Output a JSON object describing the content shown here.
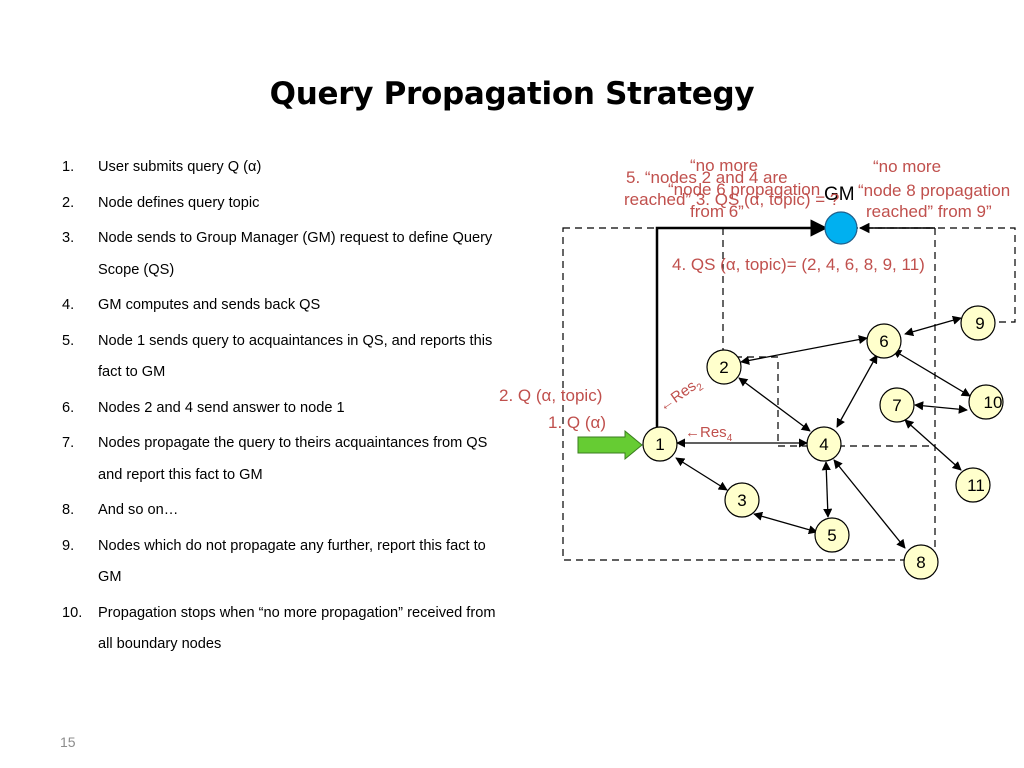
{
  "slide": {
    "title": "Query Propagation Strategy",
    "slide_number": "15"
  },
  "steps": [
    {
      "num": "1.",
      "text": "User submits query Q (α)"
    },
    {
      "num": "2.",
      "text": "Node defines query topic"
    },
    {
      "num": "3.",
      "text": "Node sends to Group Manager (GM) request to define Query Scope (QS)"
    },
    {
      "num": "4.",
      "text": "GM computes and sends back QS"
    },
    {
      "num": "5.",
      "text": "Node 1 sends query to acquaintances in QS, and reports this fact to GM"
    },
    {
      "num": "6.",
      "text": "Nodes 2 and 4 send answer to node 1"
    },
    {
      "num": "7.",
      "text": "Nodes propagate the query to theirs acquaintances from QS and report this fact to GM"
    },
    {
      "num": "8.",
      "text": "And so on…"
    },
    {
      "num": "9.",
      "text": "Nodes which do not propagate any further, report this fact to GM"
    },
    {
      "num": "10.",
      "text": "Propagation stops when “no more propagation” received from all boundary nodes"
    }
  ],
  "diagram": {
    "gm_label": "GM",
    "nodes": [
      "1",
      "2",
      "3",
      "4",
      "5",
      "6",
      "7",
      "8",
      "9",
      "10",
      "11"
    ],
    "annotations": {
      "no_more_left": "“no more",
      "nodes_2_4": "5. “nodes 2 and 4 are",
      "node_6_prop": "“node 6 propagation",
      "reached_q": "reached” 3. QS (α, topic) = ?",
      "from_6": "from 6”",
      "no_more_right": "“no more",
      "node_8_prop": "“node 8 propagation",
      "reached_from_9": "reached” from 9”",
      "qs_result": "4. QS (α, topic)= (2, 4, 6, 8, 9, 11)",
      "q_topic": "2. Q (α, topic)",
      "q_alpha": "1. Q (α)",
      "res2": "←Res",
      "res2_sub": "2",
      "res4": "←Res",
      "res4_sub": "4"
    },
    "colors": {
      "annotation": "#c0504d",
      "node_fill": "#ffffcc",
      "gm_fill": "#00b0f0",
      "input_arrow": "#66cc33"
    }
  }
}
